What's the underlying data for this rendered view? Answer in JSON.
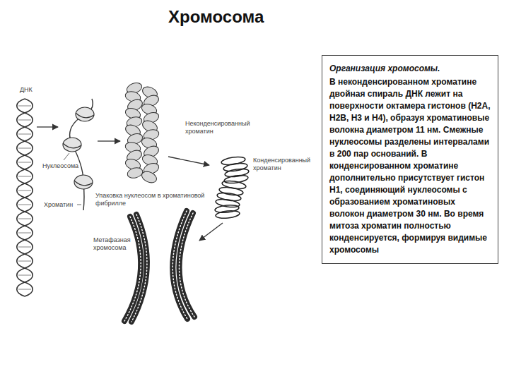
{
  "diagram": {
    "title": "Хромосома",
    "nodes": [
      {
        "text": [
          "Организация хромосомы.",
          "В неконденсированном хроматине двойная спираль ДНК лежит на поверхности октамера гистонов (Н2А, Н2В, Н3 и Н4), образуя хроматиновые волокна диаметром 11 нм. Смежные нуклеосомы разделены интервалами в 200 пар оснований. В конденсированном хроматине дополнительно присутствует гистон Н1, соединяющий нуклеосомы с образованием хроматиновых волокон диаметром 30 нм. Во время митоза хроматин полностью конденсируется, формируя видимые хромосомы"
        ]
      }
    ],
    "labels": [
      "ДНК",
      "Неконденсированный хроматин",
      "Нуклеосома",
      "Конденсированный хроматин",
      "Хроматин",
      "Упаковка нуклеосом в хроматиновой фибрилле",
      "Метафазная хромосома"
    ]
  }
}
